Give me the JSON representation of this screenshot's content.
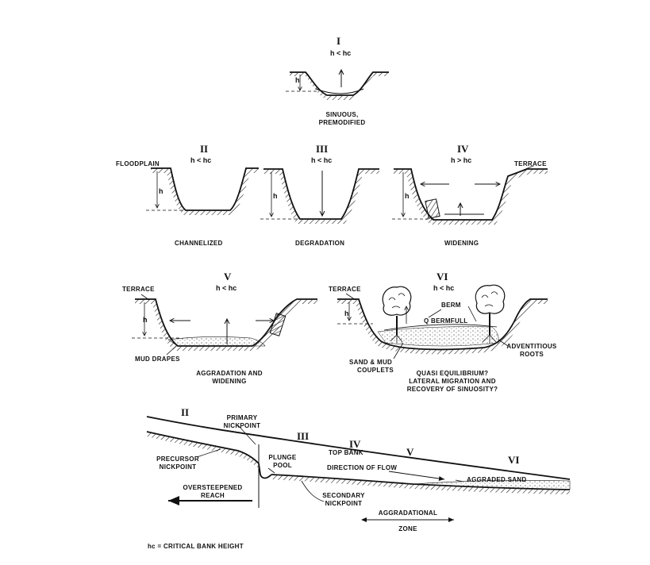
{
  "stages": [
    {
      "num": "I",
      "eq": "h < hc",
      "caption_line1": "SINUOUS,",
      "caption_line2": "PREMODIFIED",
      "h": "h"
    },
    {
      "num": "II",
      "eq": "h < hc",
      "caption": "CHANNELIZED",
      "h": "h",
      "left_label": "FLOODPLAIN"
    },
    {
      "num": "III",
      "eq": "h < hc",
      "caption": "DEGRADATION",
      "h": "h"
    },
    {
      "num": "IV",
      "eq": "h > hc",
      "caption": "WIDENING",
      "h": "h",
      "right_label": "TERRACE"
    },
    {
      "num": "V",
      "eq": "h < hc",
      "caption_line1": "AGGRADATION AND",
      "caption_line2": "WIDENING",
      "h": "h",
      "left_label": "TERRACE",
      "note": "MUD DRAPES"
    },
    {
      "num": "VI",
      "eq": "h < hc",
      "h": "h",
      "left_label": "TERRACE",
      "berm": "BERM",
      "qberm": "Q BERMFULL",
      "note_left_1": "SAND & MUD",
      "note_left_2": "COUPLETS",
      "note_right_1": "ADVENTITIOUS",
      "note_right_2": "ROOTS",
      "question_1": "QUASI EQUILIBRIUM?",
      "question_2": "LATERAL MIGRATION AND",
      "question_3": "RECOVERY OF SINUOSITY?"
    }
  ],
  "profile": {
    "stage_labels": [
      "II",
      "III",
      "IV",
      "V",
      "VI"
    ],
    "primary_nickpoint_1": "PRIMARY",
    "primary_nickpoint_2": "NICKPOINT",
    "top_bank": "TOP BANK",
    "precursor_1": "PRECURSOR",
    "precursor_2": "NICKPOINT",
    "plunge_1": "PLUNGE",
    "plunge_2": "POOL",
    "direction": "DIRECTION OF FLOW",
    "aggraded": "AGGRADED SAND",
    "oversteep_1": "OVERSTEEPENED",
    "oversteep_2": "REACH",
    "secondary_1": "SECONDARY",
    "secondary_2": "NICKPOINT",
    "agg_zone_1": "AGGRADATIONAL",
    "agg_zone_2": "ZONE"
  },
  "legend": "hc = CRITICAL BANK HEIGHT"
}
